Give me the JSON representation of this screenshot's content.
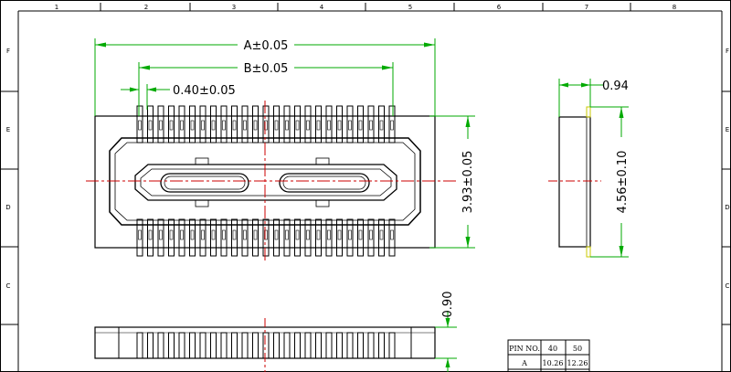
{
  "border": {
    "col_labels": [
      "1",
      "2",
      "3",
      "4",
      "5",
      "6",
      "7",
      "8"
    ],
    "row_labels": [
      "F",
      "E",
      "D",
      "C"
    ]
  },
  "dimensions": {
    "top_A": "A±0.05",
    "top_B": "B±0.05",
    "pitch": "0.40±0.05",
    "height_right": "3.93±0.05",
    "side_width": "0.94",
    "side_height": "4.56±0.10",
    "bottom_height": "0.90"
  },
  "pin_table": {
    "headers": [
      "PIN NO.",
      "40",
      "50"
    ],
    "rows": [
      [
        "A",
        "10.26",
        "12.26"
      ]
    ]
  },
  "colors": {
    "outline": "#000000",
    "dimension": "#00aa00",
    "centerline": "#cc0000",
    "highlight": "#e6e600"
  }
}
